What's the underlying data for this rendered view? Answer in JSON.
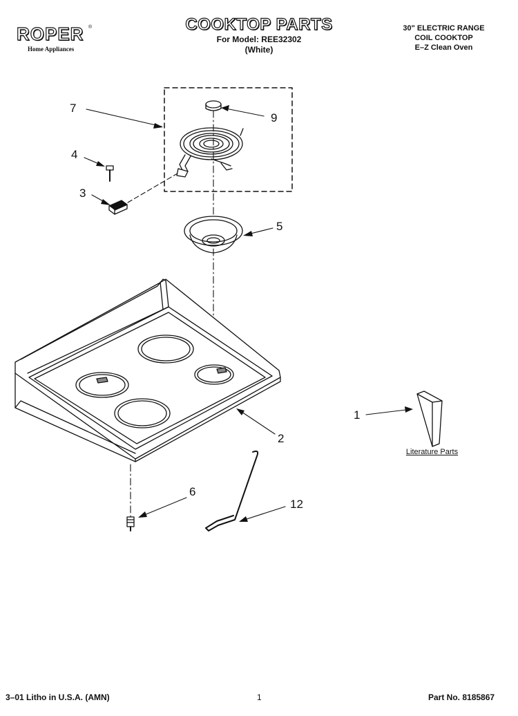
{
  "brand": {
    "name": "ROPER",
    "trademark": "®",
    "tagline": "Home Appliances"
  },
  "header": {
    "title": "COOKTOP PARTS",
    "model_line": "For Model: REE32302",
    "color_line": "(White)"
  },
  "spec": {
    "line1": "30\" ELECTRIC RANGE",
    "line2": "COIL COOKTOP",
    "line3": "E–Z Clean Oven"
  },
  "callouts": {
    "c1": "1",
    "c2": "2",
    "c3": "3",
    "c4": "4",
    "c5": "5",
    "c6": "6",
    "c7": "7",
    "c9": "9",
    "c12": "12"
  },
  "literature_label": "Literature Parts",
  "footer": {
    "left": "3–01 Litho in U.S.A. (AMN)",
    "center": "1",
    "right": "Part No. 8185867"
  }
}
